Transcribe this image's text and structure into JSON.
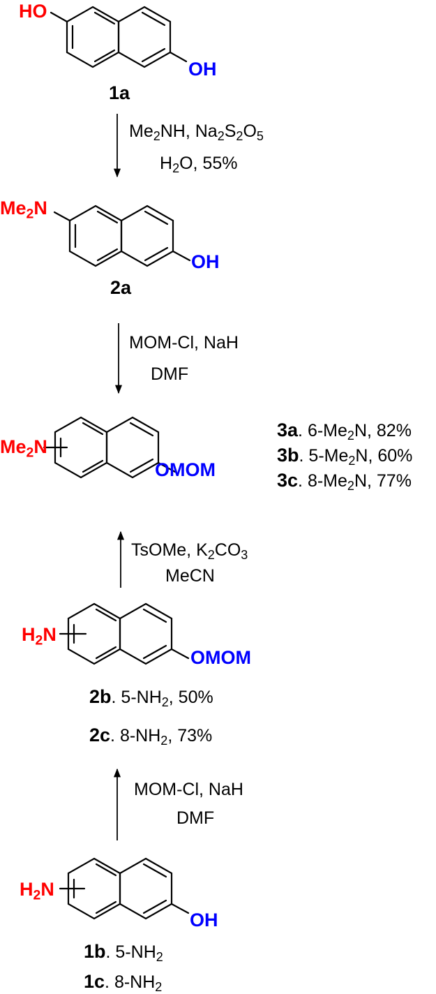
{
  "scheme": {
    "compounds": {
      "c1a": {
        "label": "1a",
        "left_group": "HO",
        "right_group": "OH"
      },
      "c2a": {
        "label": "2a",
        "left_group_main": "Me",
        "left_group_sub": "2",
        "left_group_tail": "N",
        "right_group": "OH"
      },
      "c3": {
        "left_group_main": "Me",
        "left_group_sub": "2",
        "left_group_tail": "N",
        "right_group": "OMOM",
        "variants": [
          {
            "id": "3a",
            "position": "6-Me",
            "sub": "2",
            "tail": "N, 82%"
          },
          {
            "id": "3b",
            "position": "5-Me",
            "sub": "2",
            "tail": "N, 60%"
          },
          {
            "id": "3c",
            "position": "8-Me",
            "sub": "2",
            "tail": "N, 77%"
          }
        ]
      },
      "c2bc": {
        "left_group_main": "H",
        "left_group_sub": "2",
        "left_group_tail": "N",
        "right_group": "OMOM",
        "variants": [
          {
            "id": "2b",
            "position": "5-NH",
            "sub": "2",
            "tail": ", 50%"
          },
          {
            "id": "2c",
            "position": "8-NH",
            "sub": "2",
            "tail": ", 73%"
          }
        ]
      },
      "c1bc": {
        "left_group_main": "H",
        "left_group_sub": "2",
        "left_group_tail": "N",
        "right_group": "OH",
        "variants": [
          {
            "id": "1b",
            "position": "5-NH",
            "sub": "2",
            "tail": ""
          },
          {
            "id": "1c",
            "position": "8-NH",
            "sub": "2",
            "tail": ""
          }
        ]
      }
    },
    "steps": {
      "step1": {
        "direction": "down",
        "line1": [
          "Me",
          "2",
          "NH, Na",
          "2",
          "S",
          "2",
          "O",
          "5"
        ],
        "line2": [
          "H",
          "2",
          "O, 55%"
        ]
      },
      "step2": {
        "direction": "down",
        "line1": "MOM-Cl, NaH",
        "line2": "DMF"
      },
      "step3": {
        "direction": "up",
        "line1": [
          "TsOMe, K",
          "2",
          "CO",
          "3"
        ],
        "line2": "MeCN"
      },
      "step4": {
        "direction": "up",
        "line1": "MOM-Cl, NaH",
        "line2": "DMF"
      }
    },
    "colors": {
      "amine_group": "#ff0000",
      "oxygen_group": "#0000ff",
      "bonds": "#000000"
    }
  }
}
